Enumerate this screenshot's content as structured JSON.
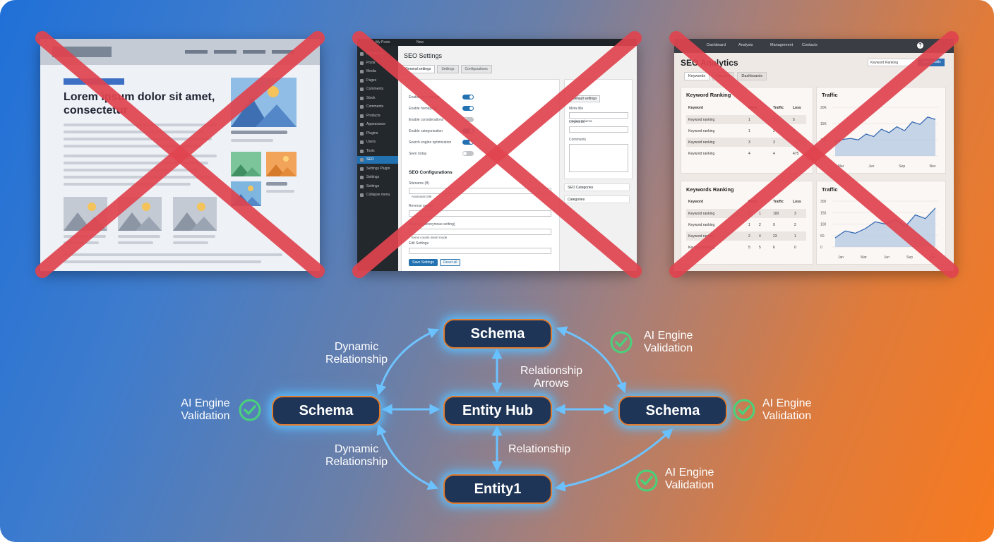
{
  "panel1": {
    "headline_line1": "Lorem ipsum dolor sit amet,",
    "headline_line2": "consectetur"
  },
  "panel2": {
    "topbar_text": "My Posts",
    "topbar_new": "New",
    "title": "SEO Settings",
    "tabs": [
      "General settings",
      "Settings",
      "Configurations"
    ],
    "sidebar": [
      "Dashboard",
      "Posts",
      "Media",
      "Pages",
      "Comments",
      "Stock",
      "Comments",
      "Products",
      "Appearance",
      "Plugins",
      "Users",
      "Tools",
      "SEO",
      "Settings Plugin",
      "Settings",
      "Settings",
      "Collapse menu"
    ],
    "toggles": [
      {
        "label": "Enable seo settings",
        "on": true
      },
      {
        "label": "Enable homepage",
        "on": true
      },
      {
        "label": "Enable considerations",
        "on": false
      },
      {
        "label": "Enable categorization",
        "on": true
      },
      {
        "label": "Search engine optimization",
        "on": true
      },
      {
        "label": "Seen today",
        "on": false
      }
    ],
    "config_title": "SEO Configurations",
    "fields": [
      "Sitename (B)",
      "Reverse search",
      "Reviews (anonymous setting)",
      "Edit Settings"
    ],
    "field_values": [
      "Automatic title",
      "Items counts insert mode"
    ],
    "buttons": [
      "Save Settings",
      "Reset all"
    ],
    "right_labels": [
      "Default settings",
      "Meta title",
      "Select schema",
      "Keywords",
      "Comments"
    ],
    "right_sections": [
      "SEO Categories",
      "Categories"
    ]
  },
  "panel3": {
    "nav": [
      "Dashboard",
      "Analysis",
      "Management",
      "Contacts"
    ],
    "title": "SEO Analytics",
    "tabs": [
      "Keywords",
      "Reports",
      "Dashboards"
    ],
    "search_placeholder": "Keyword Ranking",
    "button": "View Details",
    "card1": {
      "title": "Keyword Ranking",
      "headers": [
        "Keyword",
        "Rank",
        "Traffic",
        "Loss"
      ],
      "rows": [
        [
          "Keyword ranking",
          "1",
          "3",
          "5"
        ],
        [
          "Keyword ranking",
          "1",
          "2",
          "4"
        ],
        [
          "Keyword ranking",
          "3",
          "3",
          "115"
        ],
        [
          "Keyword ranking",
          "4",
          "4",
          "475"
        ]
      ]
    },
    "card2": {
      "title": "Traffic",
      "yticks": [
        "20K",
        "15K",
        "10K",
        "5K"
      ],
      "xticks": [
        "Mar",
        "Jun",
        "Sep",
        "Nov"
      ],
      "values": [
        30,
        34,
        36,
        33,
        45,
        40,
        55,
        48,
        60,
        52,
        70,
        65,
        80,
        75
      ]
    },
    "card3": {
      "title": "Keywords Ranking",
      "headers": [
        "Keyword",
        "Rank",
        "Traffic",
        "Loss"
      ],
      "rows": [
        [
          "Keyword ranking",
          "1",
          "1",
          "100",
          "3"
        ],
        [
          "Keyword ranking",
          "1",
          "2",
          "9",
          "2"
        ],
        [
          "Keyword ranking",
          "2",
          "4",
          "23",
          "1"
        ],
        [
          "Keyword ranking",
          "5",
          "5",
          "6",
          "0"
        ]
      ]
    },
    "card4": {
      "title": "Traffic",
      "yticks": [
        "300",
        "150",
        "100",
        "50",
        "0"
      ],
      "xticks": [
        "Jan",
        "Mar",
        "Jun",
        "Sep",
        "Dec"
      ],
      "values": [
        20,
        35,
        30,
        40,
        55,
        50,
        60,
        45,
        70,
        62,
        85
      ]
    }
  },
  "diagram": {
    "nodes": {
      "top": "Schema",
      "left": "Schema",
      "center": "Entity Hub",
      "right": "Schema",
      "bottom": "Entity1"
    },
    "labels": {
      "dyn_top": "Dynamic\nRelationship",
      "dyn_bottom": "Dynamic\nRelationship",
      "rel_arrows": "Relationship\nArrows",
      "rel": "Relationship",
      "ai_tr": "AI Engine\nValidation",
      "ai_left": "AI Engine\nValidation",
      "ai_right": "AI Engine\nValidation",
      "ai_br": "AI Engine\nValidation"
    },
    "colors": {
      "node_fill": "#1e3557",
      "node_border": "#e07b30",
      "glow": "#5abeff",
      "arrow": "#6ec3ff",
      "check": "#49d17b",
      "cross": "#e0444f"
    }
  }
}
